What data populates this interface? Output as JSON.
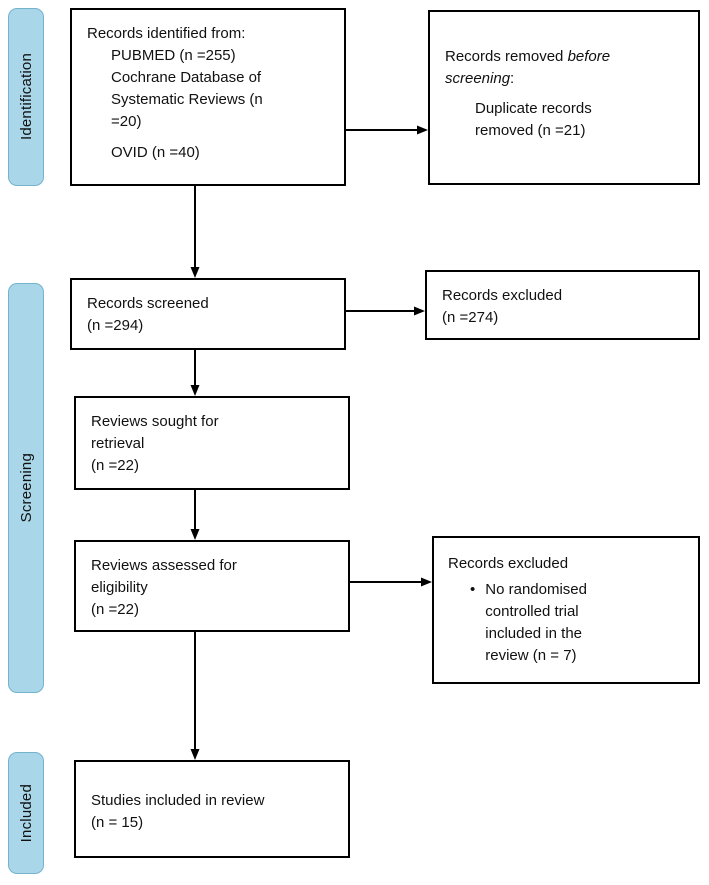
{
  "diagram": {
    "stages": {
      "identification": "Identification",
      "screening": "Screening",
      "included": "Included"
    },
    "boxes": {
      "identified": {
        "title": "Records identified from:",
        "sources": [
          "PUBMED (n =255)",
          "Cochrane Database of Systematic Reviews (n =20)",
          "OVID (n =40)"
        ]
      },
      "removed": {
        "line1_normal": "Records removed ",
        "line1_italic": "before",
        "line2_italic": "screening",
        "line2_suffix": ":",
        "details": [
          "Duplicate records",
          "removed (n =21)"
        ]
      },
      "screened": {
        "lines": [
          "Records screened",
          "(n =294)"
        ]
      },
      "excluded_screening": {
        "lines": [
          "Records excluded",
          "(n =274)"
        ]
      },
      "sought": {
        "lines": [
          "Reviews sought for",
          "retrieval",
          "(n =22)"
        ]
      },
      "assessed": {
        "lines": [
          "Reviews assessed for",
          "eligibility",
          "(n =22)"
        ]
      },
      "excluded_eligibility": {
        "title": "Records excluded",
        "bullet": "•",
        "bullet_text": "No randomised controlled trial included in the review (n = 7)"
      },
      "included_studies": {
        "lines": [
          "Studies included in review",
          "(n = 15)"
        ]
      }
    },
    "colors": {
      "stage_fill": "#a9d6e8",
      "stage_border": "#74b3cb",
      "box_border": "#000000",
      "arrow": "#000000"
    }
  }
}
